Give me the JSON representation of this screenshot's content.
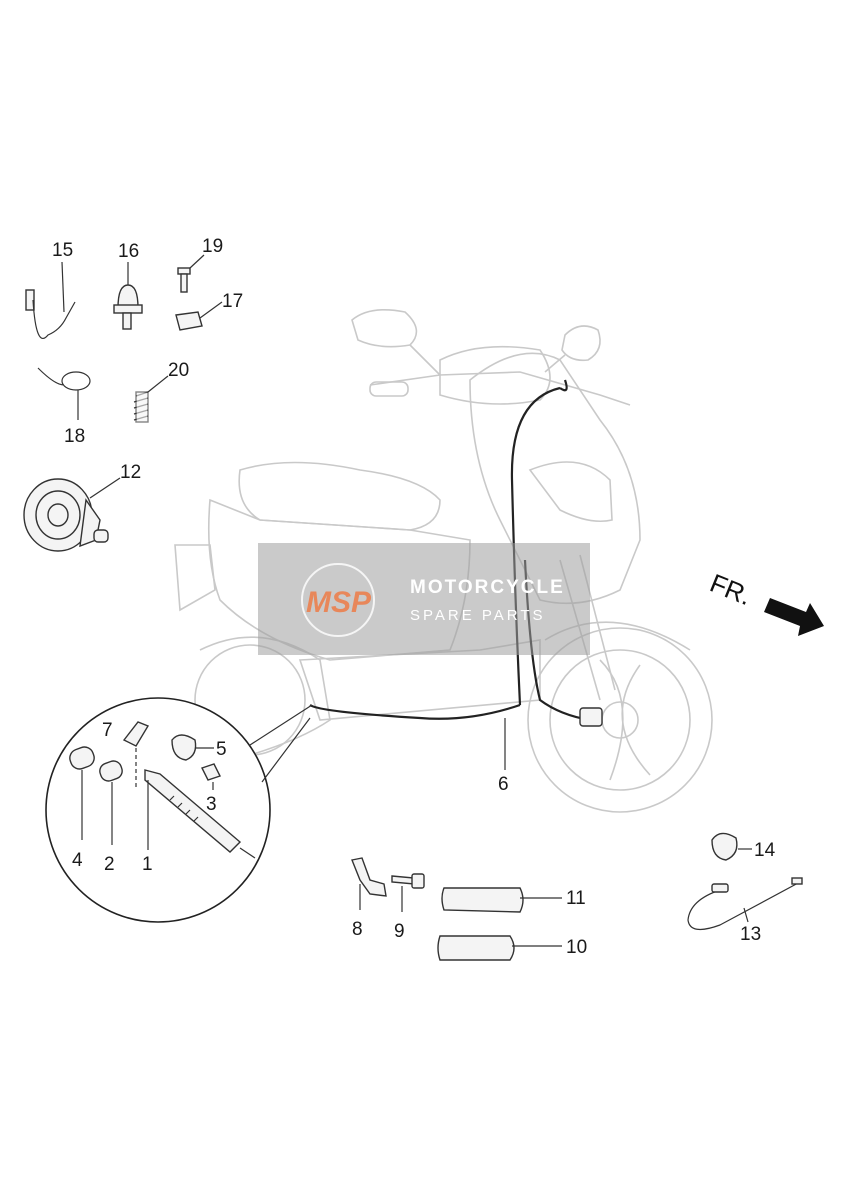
{
  "callouts": {
    "p1": "1",
    "p2": "2",
    "p3": "3",
    "p4": "4",
    "p5": "5",
    "p6": "6",
    "p7": "7",
    "p8": "8",
    "p9": "9",
    "p10": "10",
    "p11": "11",
    "p12": "12",
    "p13": "13",
    "p14": "14",
    "p15": "15",
    "p16": "16",
    "p17": "17",
    "p18": "18",
    "p19": "19",
    "p20": "20"
  },
  "direction": {
    "label": "FR."
  },
  "watermark": {
    "logo": "MSP",
    "title": "MOTORCYCLE",
    "subtitle": "SPARE PARTS",
    "color": "#e8875a"
  }
}
